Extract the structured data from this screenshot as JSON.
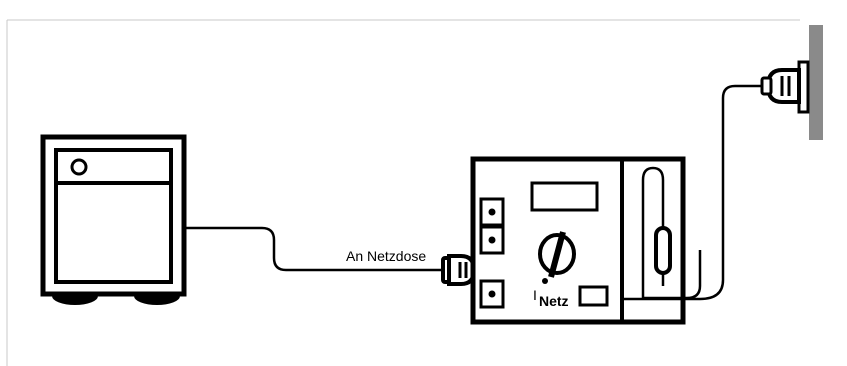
{
  "labels": {
    "connection_label": "An Netzdose",
    "current_symbol_main": "I",
    "current_symbol_sub": "Netz"
  },
  "colors": {
    "line": "#000000",
    "frame": "#c8c8c8",
    "wall": "#8a8a8a",
    "background": "#ffffff"
  },
  "icons": {
    "device_under_test": "appliance-icon",
    "tester": "measuring-instrument-icon",
    "wall_socket": "wall-socket-icon",
    "plug": "plug-icon",
    "rotary_switch": "rotary-switch-icon"
  }
}
